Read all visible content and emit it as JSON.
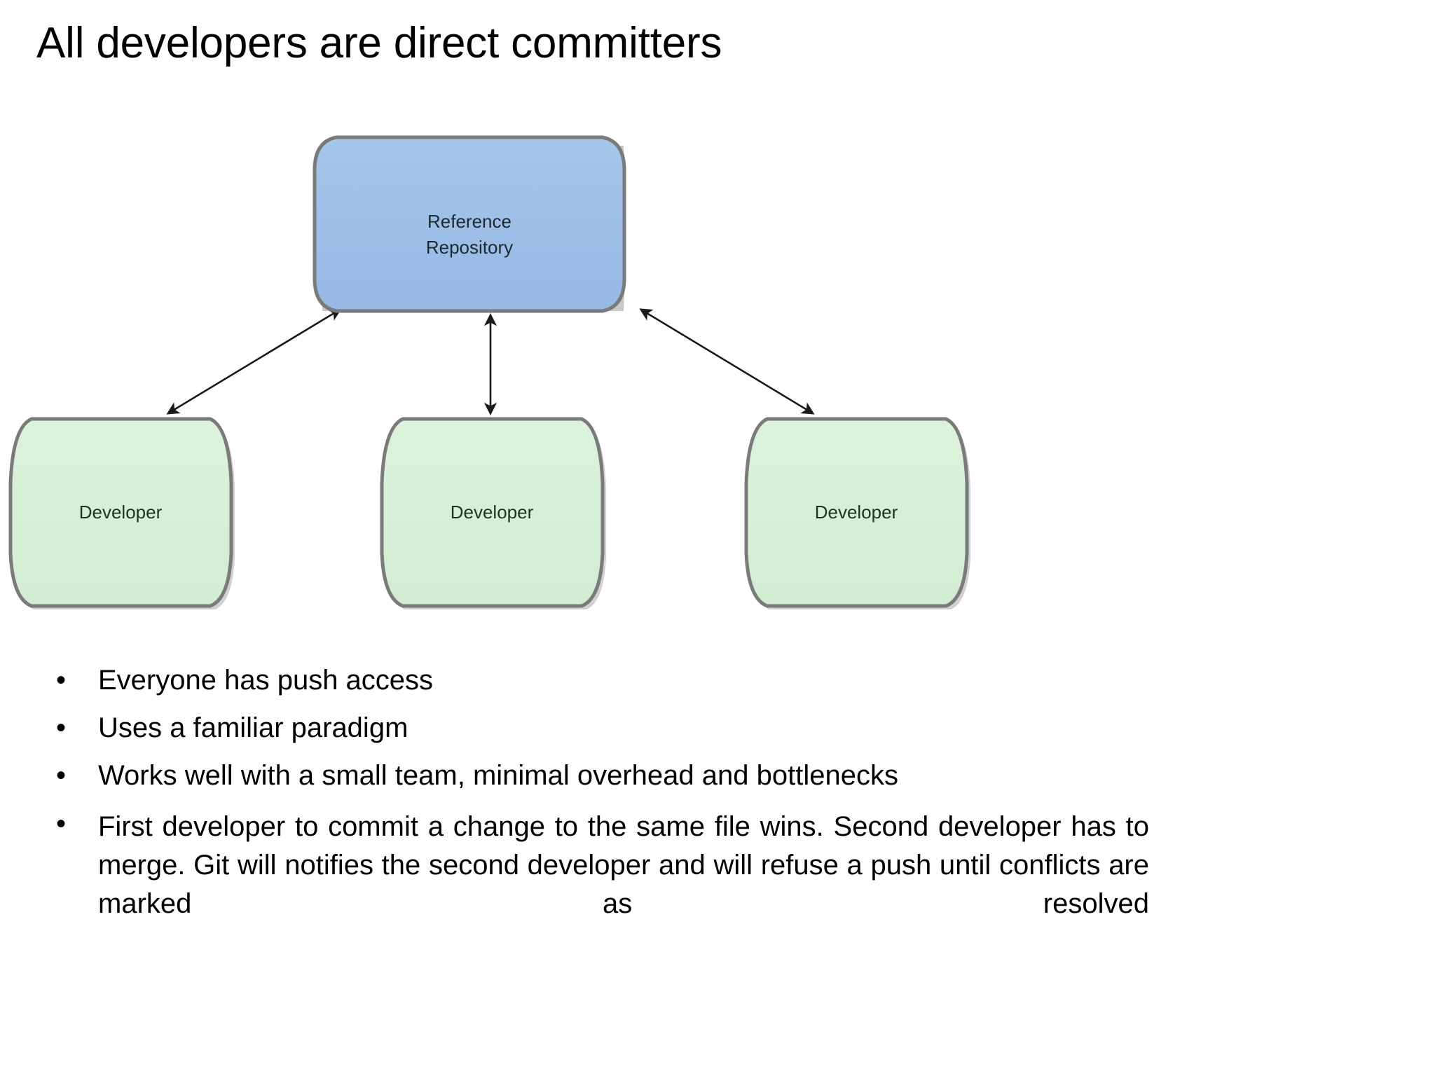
{
  "slide": {
    "title": "All developers are direct committers",
    "background": "#ffffff"
  },
  "diagram": {
    "type": "hub-and-spoke",
    "hub": {
      "label_line1": "Reference",
      "label_line2": "Repository",
      "fill": "#9dbfe8",
      "stroke": "#7f7f7f",
      "text_color": "#1b2a30"
    },
    "nodes": [
      {
        "label": "Developer",
        "fill": "#d9f0d9",
        "stroke": "#7f7f7f",
        "text_color": "#1e3322"
      },
      {
        "label": "Developer",
        "fill": "#d9f0d9",
        "stroke": "#7f7f7f",
        "text_color": "#1e3322"
      },
      {
        "label": "Developer",
        "fill": "#d9f0d9",
        "stroke": "#7f7f7f",
        "text_color": "#1e3322"
      }
    ],
    "connectors": {
      "style": "double-headed-arrow",
      "color": "#1a1a1a",
      "count": 3
    }
  },
  "bullets": {
    "marker": "•",
    "items": [
      {
        "text": "Everyone has push access",
        "justified": false
      },
      {
        "text": "Uses a familiar paradigm",
        "justified": false
      },
      {
        "text": "Works well with a small team, minimal overhead and bottlenecks",
        "justified": false
      },
      {
        "text": "First developer to commit a change to the same file wins. Second developer has to merge. Git will notifies the second developer and will refuse a push until conflicts are marked as resolved",
        "justified": true
      }
    ]
  }
}
